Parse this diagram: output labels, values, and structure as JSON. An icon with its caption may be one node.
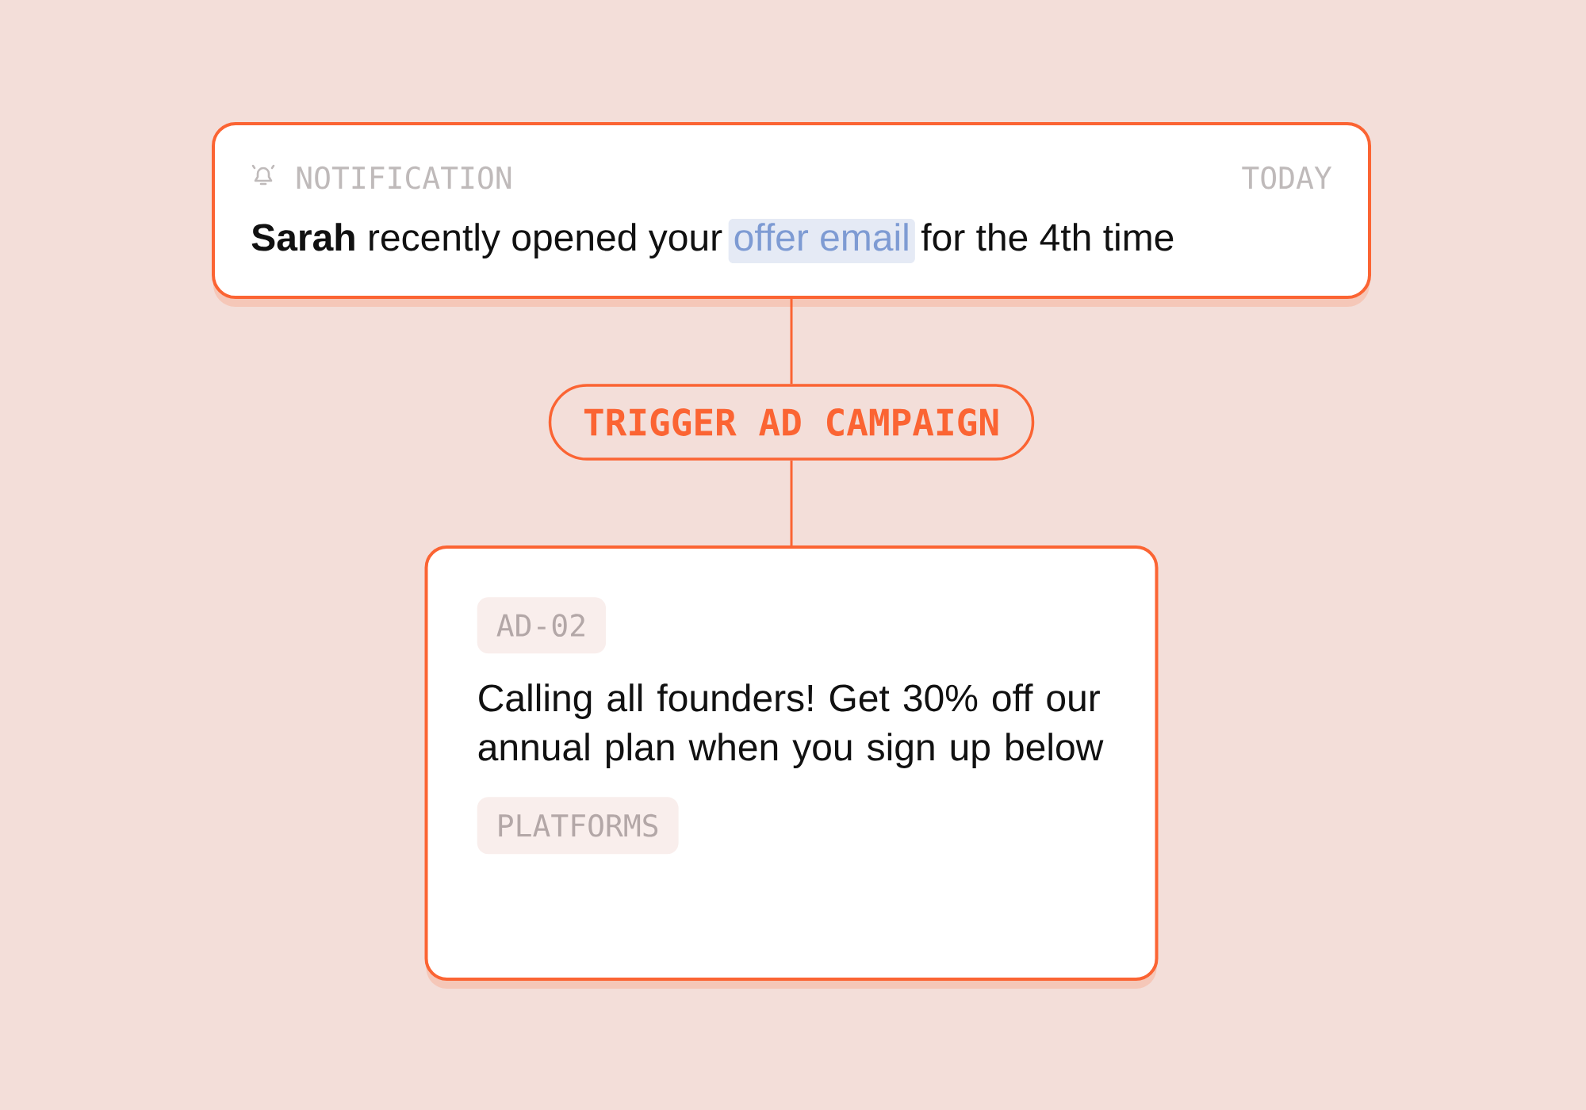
{
  "diagram": {
    "nodes": [
      {
        "text": [
          "NOTIFICATION",
          "TODAY",
          "**Sarah** recently opened your",
          "for the 4th time"
        ]
      },
      {
        "text": [
          "offer email"
        ],
        "in": 0
      },
      {
        "text": [
          "TRIGGER AD CAMPAIGN"
        ]
      },
      {
        "text": [
          "Calling all founders! Get 30% off our annual plan when you sign up below"
        ]
      },
      {
        "text": [
          "AD-02"
        ],
        "in": 3
      },
      {
        "text": [
          "PLATFORMS"
        ],
        "in": 3
      }
    ],
    "edges": [
      {
        "from": 0,
        "to": 2,
        "arrow": "none"
      },
      {
        "from": 2,
        "to": 3,
        "arrow": "none"
      }
    ]
  }
}
